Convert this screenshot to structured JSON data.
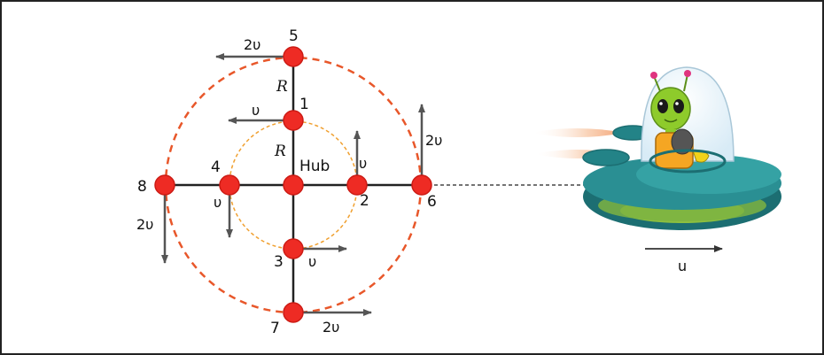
{
  "labels": {
    "hub": "Hub",
    "radius_outer": "R",
    "radius_inner": "R",
    "p1": "1",
    "p2": "2",
    "p3": "3",
    "p4": "4",
    "p5": "5",
    "p6": "6",
    "p7": "7",
    "p8": "8",
    "v_p1": "υ",
    "v_p2": "υ",
    "v_p3": "υ",
    "v_p4": "υ",
    "v_p5": "2υ",
    "v_p6": "2υ",
    "v_p7": "2υ",
    "v_p8": "2υ",
    "ship_velocity": "u"
  },
  "colors": {
    "point_fill": "#ee2b24",
    "point_stroke": "#cc1b14",
    "outer_circle": "#e8572a",
    "inner_circle": "#f0a030",
    "arrow": "#555555",
    "spoke": "#222222",
    "saucer_body": "#2a8f93",
    "saucer_dark": "#1c6e72",
    "dome_glass": "#e6f3fb",
    "alien_skin": "#8ecb2b"
  }
}
